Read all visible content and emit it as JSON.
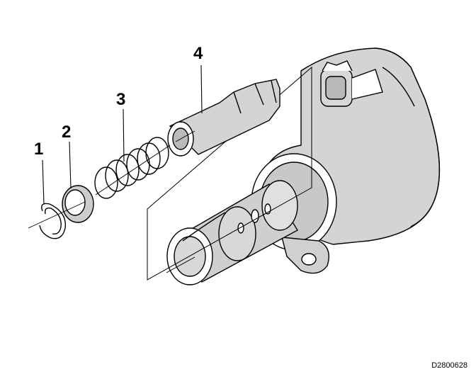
{
  "callouts": {
    "c1": "1",
    "c2": "2",
    "c3": "3",
    "c4": "4"
  },
  "drawing_code": "D2800628",
  "parts": [
    "snap-ring",
    "washer",
    "compression-spring",
    "valve-piston",
    "solenoid-valve-body",
    "connector"
  ],
  "colors": {
    "ink": "#000000",
    "fill": "#ffffff",
    "shade": "#d8d8d8",
    "dark": "#a8a8a8"
  }
}
